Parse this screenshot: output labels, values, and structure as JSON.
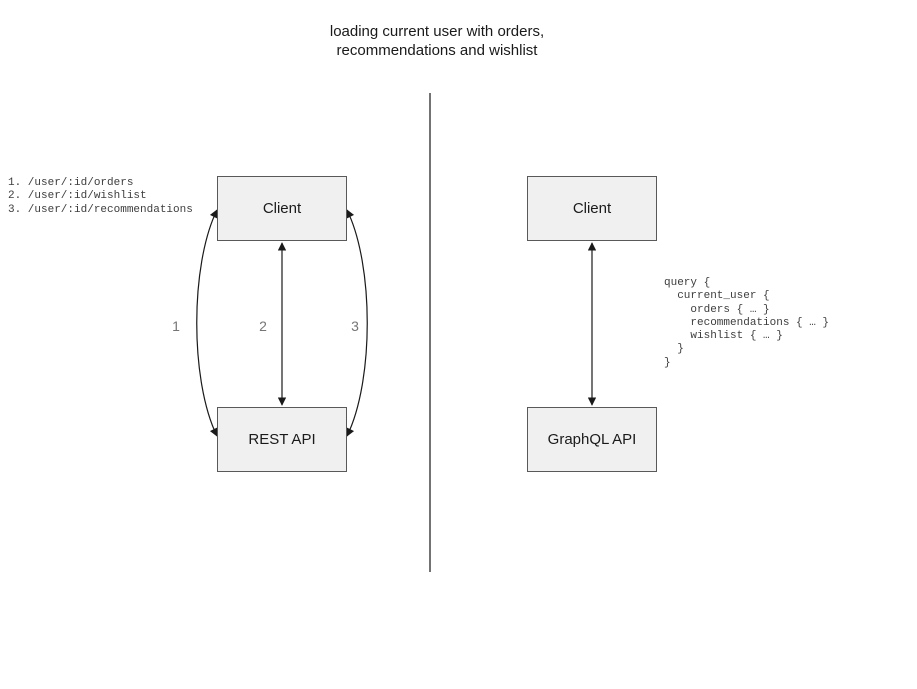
{
  "title": {
    "line1": "loading current user with orders,",
    "line2": "recommendations and wishlist"
  },
  "colors": {
    "box_fill": "#f0f0f0",
    "box_border": "#595959",
    "arrow": "#1a1a1a",
    "arrow_label_gray": "#757575",
    "divider_gray": "#737373",
    "code_text": "#3d3d3d"
  },
  "rest_diagram": {
    "client_label": "Client",
    "api_label": "REST API",
    "endpoints": [
      "1. /user/:id/orders",
      "2. /user/:id/wishlist",
      "3. /user/:id/recommendations"
    ],
    "arrow_labels": [
      "1",
      "2",
      "3"
    ]
  },
  "graphql_diagram": {
    "client_label": "Client",
    "api_label": "GraphQL API",
    "query": [
      "query {",
      "  current_user {",
      "    orders { … }",
      "    recommendations { … }",
      "    wishlist { … }",
      "  }",
      "}"
    ]
  }
}
